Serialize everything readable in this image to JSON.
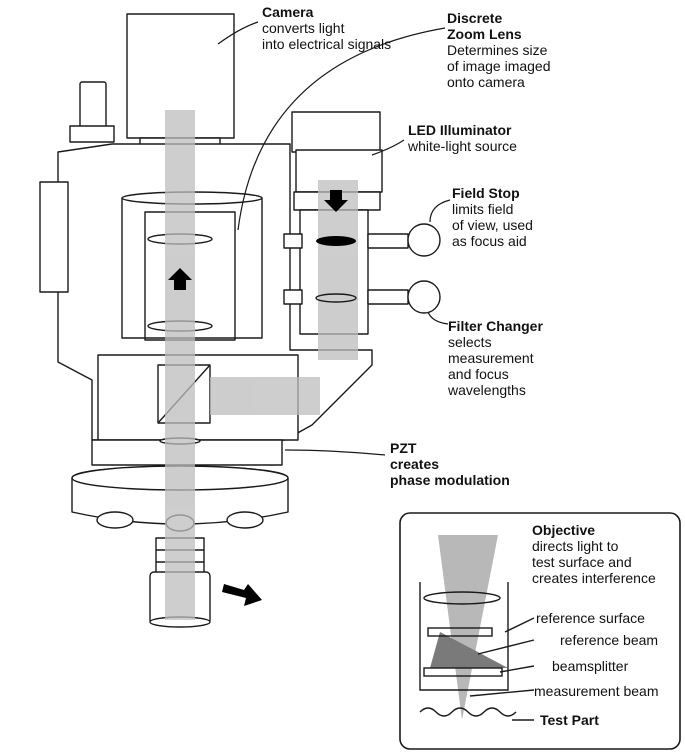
{
  "labels": {
    "camera": {
      "title": "Camera",
      "desc": [
        "converts light",
        "into electrical signals"
      ]
    },
    "zoom": {
      "title": [
        "Discrete",
        "Zoom Lens"
      ],
      "desc": [
        "Determines size",
        "of image imaged",
        "onto camera"
      ]
    },
    "led": {
      "title": "LED Illuminator",
      "desc": [
        "white-light source"
      ]
    },
    "field_stop": {
      "title": "Field Stop",
      "desc": [
        "limits field",
        "of view, used",
        "as focus aid"
      ]
    },
    "filter": {
      "title": "Filter Changer",
      "desc": [
        "selects",
        "measurement",
        "and focus",
        "wavelengths"
      ]
    },
    "pzt": {
      "title": "PZT",
      "desc": [
        "creates",
        "phase modulation"
      ]
    },
    "objective": {
      "title": "Objective",
      "desc": [
        "directs light to",
        "test surface and",
        "creates interference"
      ]
    }
  },
  "inset": {
    "reference_surface": "reference surface",
    "reference_beam": "reference beam",
    "beamsplitter": "beamsplitter",
    "measurement_beam": "measurement beam",
    "test_part": "Test Part"
  },
  "colors": {
    "line": "#1a1a1a",
    "beam": "#bdbdbd",
    "beam_dark": "#8c8c8c",
    "body": "#ffffff"
  }
}
